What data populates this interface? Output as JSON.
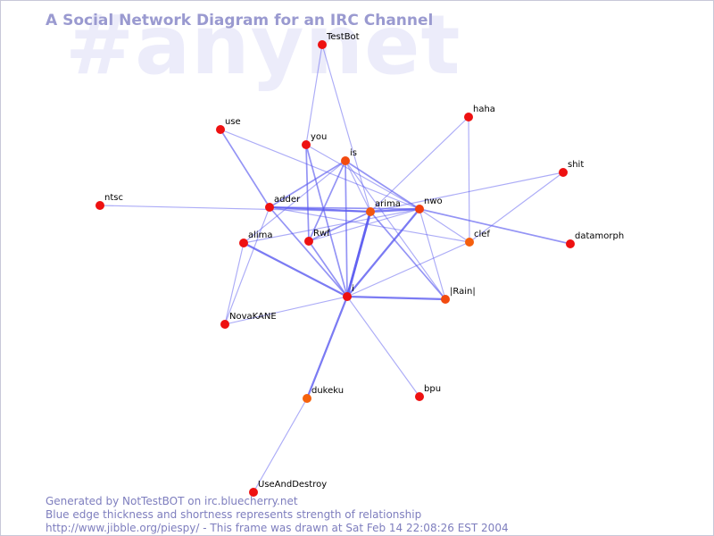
{
  "watermark": "#anynet",
  "title": "A Social Network Diagram for an IRC Channel",
  "footer": {
    "line1": "Generated by NotTestBOT on irc.bluecherry.net",
    "line2": "Blue edge thickness and shortness represents strength of relationship",
    "line3": "http://www.jibble.org/piespy/ - This frame was drawn at Sat Feb 14 22:08:26 EST 2004"
  },
  "nodes": [
    {
      "id": "TestBot",
      "color": "#ee1111"
    },
    {
      "id": "use",
      "color": "#ee1111"
    },
    {
      "id": "you",
      "color": "#ee1111"
    },
    {
      "id": "is",
      "color": "#f24a10"
    },
    {
      "id": "haha",
      "color": "#ee1111"
    },
    {
      "id": "shit",
      "color": "#ee1111"
    },
    {
      "id": "ntsc",
      "color": "#ee1111"
    },
    {
      "id": "adder",
      "color": "#ee1111"
    },
    {
      "id": "arima",
      "color": "#f2560f"
    },
    {
      "id": "nwo",
      "color": "#f24010"
    },
    {
      "id": "alima",
      "color": "#ee1111"
    },
    {
      "id": "Rwf",
      "color": "#ee1111"
    },
    {
      "id": "clef",
      "color": "#f55f0d"
    },
    {
      "id": "datamorph",
      "color": "#ee1111"
    },
    {
      "id": "i",
      "color": "#ee1111"
    },
    {
      "id": "|Rain|",
      "color": "#f24a10"
    },
    {
      "id": "NovaKANE",
      "color": "#ee1111"
    },
    {
      "id": "dukeku",
      "color": "#f5620d"
    },
    {
      "id": "bpu",
      "color": "#ee1111"
    },
    {
      "id": "UseAndDestroy",
      "color": "#ee1111"
    }
  ],
  "edges": [
    {
      "source": "TestBot",
      "target": "you",
      "strength": 1
    },
    {
      "source": "TestBot",
      "target": "arima",
      "strength": 1
    },
    {
      "source": "use",
      "target": "adder",
      "strength": 2
    },
    {
      "source": "use",
      "target": "nwo",
      "strength": 1
    },
    {
      "source": "you",
      "target": "Rwf",
      "strength": 2
    },
    {
      "source": "you",
      "target": "i",
      "strength": 2
    },
    {
      "source": "you",
      "target": "nwo",
      "strength": 1
    },
    {
      "source": "is",
      "target": "adder",
      "strength": 2
    },
    {
      "source": "is",
      "target": "nwo",
      "strength": 2
    },
    {
      "source": "is",
      "target": "Rwf",
      "strength": 2
    },
    {
      "source": "is",
      "target": "i",
      "strength": 2
    },
    {
      "source": "is",
      "target": "alima",
      "strength": 1
    },
    {
      "source": "is",
      "target": "arima",
      "strength": 1
    },
    {
      "source": "is",
      "target": "|Rain|",
      "strength": 1
    },
    {
      "source": "haha",
      "target": "arima",
      "strength": 1
    },
    {
      "source": "haha",
      "target": "clef",
      "strength": 1
    },
    {
      "source": "shit",
      "target": "arima",
      "strength": 1
    },
    {
      "source": "shit",
      "target": "clef",
      "strength": 1
    },
    {
      "source": "ntsc",
      "target": "arima",
      "strength": 1
    },
    {
      "source": "adder",
      "target": "arima",
      "strength": 3
    },
    {
      "source": "adder",
      "target": "nwo",
      "strength": 2
    },
    {
      "source": "adder",
      "target": "i",
      "strength": 2
    },
    {
      "source": "adder",
      "target": "clef",
      "strength": 1
    },
    {
      "source": "adder",
      "target": "NovaKANE",
      "strength": 1
    },
    {
      "source": "arima",
      "target": "nwo",
      "strength": 3
    },
    {
      "source": "arima",
      "target": "i",
      "strength": 4
    },
    {
      "source": "arima",
      "target": "Rwf",
      "strength": 2
    },
    {
      "source": "arima",
      "target": "|Rain|",
      "strength": 2
    },
    {
      "source": "nwo",
      "target": "i",
      "strength": 3
    },
    {
      "source": "nwo",
      "target": "datamorph",
      "strength": 2
    },
    {
      "source": "nwo",
      "target": "|Rain|",
      "strength": 1
    },
    {
      "source": "nwo",
      "target": "clef",
      "strength": 1
    },
    {
      "source": "nwo",
      "target": "Rwf",
      "strength": 1
    },
    {
      "source": "alima",
      "target": "i",
      "strength": 3
    },
    {
      "source": "alima",
      "target": "NovaKANE",
      "strength": 1
    },
    {
      "source": "alima",
      "target": "nwo",
      "strength": 1
    },
    {
      "source": "Rwf",
      "target": "i",
      "strength": 2
    },
    {
      "source": "i",
      "target": "|Rain|",
      "strength": 3
    },
    {
      "source": "i",
      "target": "dukeku",
      "strength": 3
    },
    {
      "source": "i",
      "target": "bpu",
      "strength": 1
    },
    {
      "source": "i",
      "target": "NovaKANE",
      "strength": 1
    },
    {
      "source": "i",
      "target": "clef",
      "strength": 1
    },
    {
      "source": "dukeku",
      "target": "UseAndDestroy",
      "strength": 1
    }
  ]
}
